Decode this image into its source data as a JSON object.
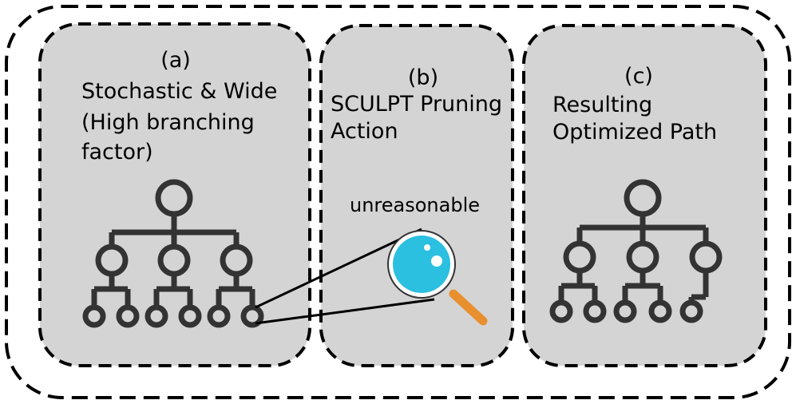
{
  "panels": {
    "a": {
      "tag": "(a)",
      "title_lines": [
        "Stochastic & Wide",
        "(High branching",
        "factor)"
      ]
    },
    "b": {
      "tag": "(b)",
      "title_lines": [
        "SCULPT Pruning",
        "Action"
      ],
      "annotation": "unreasonable"
    },
    "c": {
      "tag": "(c)",
      "title_lines": [
        "Resulting",
        "Optimized Path"
      ]
    }
  },
  "colors": {
    "panel_fill": "#d4d4d4",
    "stroke": "#000000",
    "tree": "#333333",
    "magnifier_lens": "#2bbfe0",
    "magnifier_handle": "#e8902e"
  },
  "icons": {
    "tree_a": "tree-hierarchy-icon",
    "tree_c": "tree-hierarchy-icon",
    "magnifier": "magnifying-glass-icon"
  }
}
